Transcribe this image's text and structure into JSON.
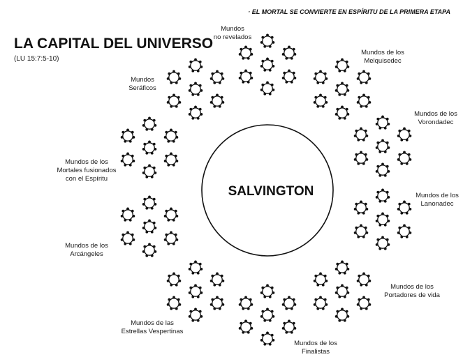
{
  "tagline": "· EL MORTAL SE CONVIERTE EN ESPÍRITU DE LA PRIMERA ETAPA",
  "title": "LA CAPITAL DEL UNIVERSO",
  "subtitle": "(LU 15:7:5-10)",
  "center": "SALVINGTON",
  "groups": [
    {
      "id": "no-revelados",
      "lines": [
        "Mundos",
        "no revelados"
      ]
    },
    {
      "id": "melquisedec",
      "lines": [
        "Mundos de los",
        "Melquisedec"
      ]
    },
    {
      "id": "vorondadec",
      "lines": [
        "Mundos de los",
        "Vorondadec"
      ]
    },
    {
      "id": "lanonadec",
      "lines": [
        "Mundos de los",
        "Lanonadec"
      ]
    },
    {
      "id": "portadores-de-vida",
      "lines": [
        "Mundos de los",
        "Portadores de vida"
      ]
    },
    {
      "id": "finalistas",
      "lines": [
        "Mundos de los",
        "Finalistas"
      ]
    },
    {
      "id": "estrellas-vespertinas",
      "lines": [
        "Mundos de las",
        "Estrellas Vespertinas"
      ]
    },
    {
      "id": "arcangeles",
      "lines": [
        "Mundos de los",
        "Arcángeles"
      ]
    },
    {
      "id": "mortales-fusionados",
      "lines": [
        "Mundos de los",
        "Mortales fusionados",
        "con el Espíritu"
      ]
    },
    {
      "id": "seraficos",
      "lines": [
        "Mundos",
        "Seráficos"
      ]
    }
  ]
}
